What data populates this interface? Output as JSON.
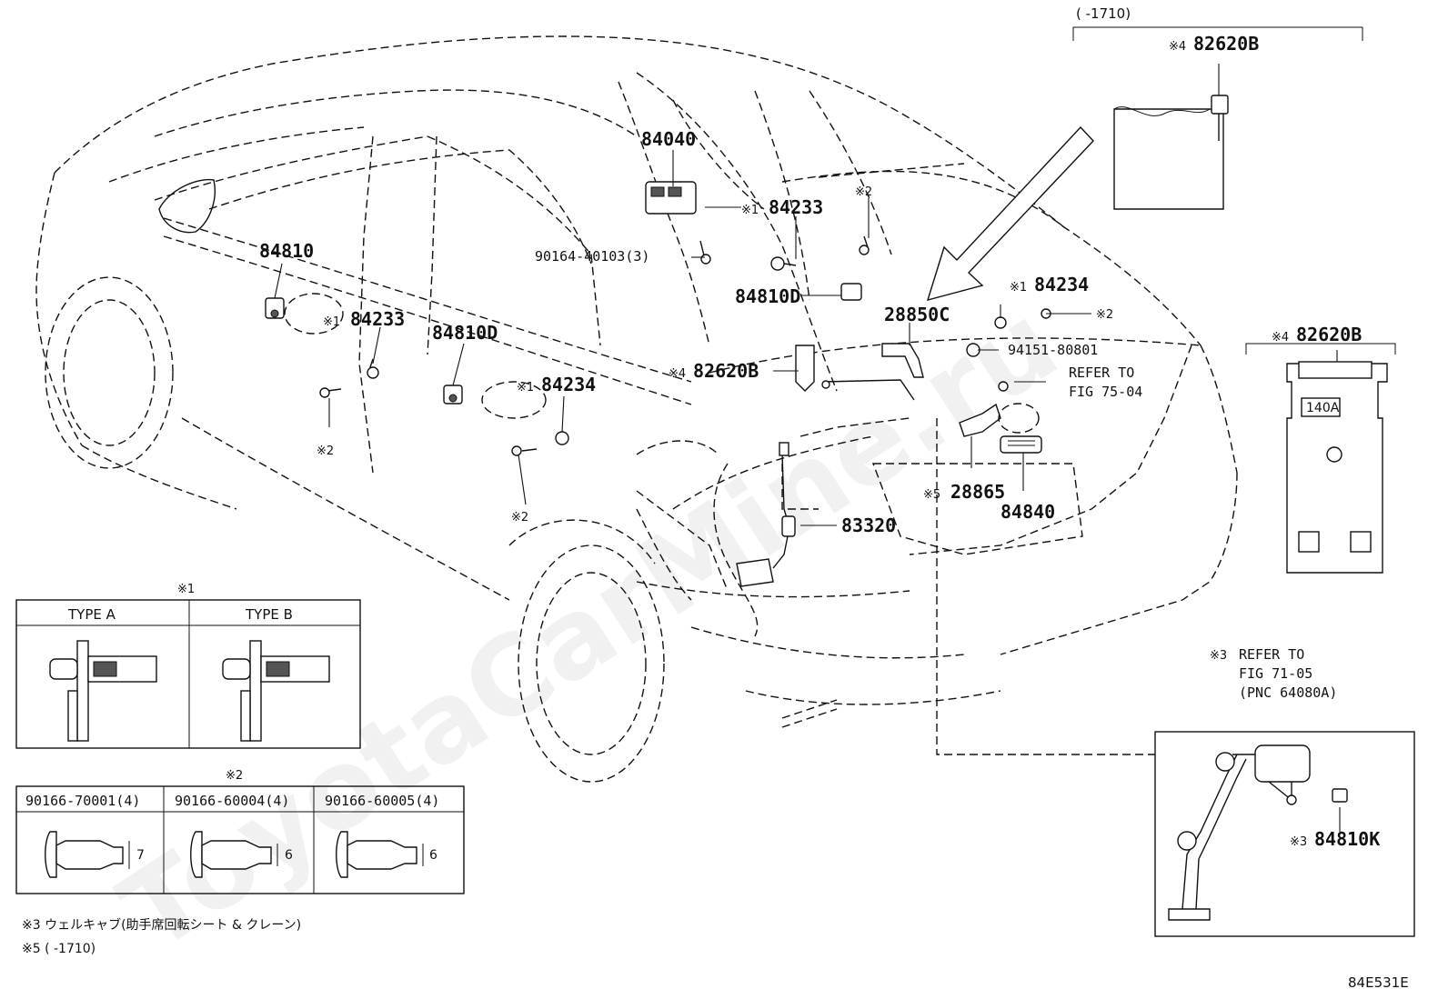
{
  "watermark": "ToyotaCarMine.ru",
  "figure_code": "84E531E",
  "top_range_note": "(      -1710)",
  "labels": {
    "p84040": "84040",
    "p84233_a": "84233",
    "p84233_b": "84233",
    "p90164": "90164-40103(3)",
    "p84810": "84810",
    "p84810D_a": "84810D",
    "p84810D_b": "84810D",
    "p84234_a": "84234",
    "p84234_b": "84234",
    "p28850C": "28850C",
    "p94151": "94151-80801",
    "p82620B_main": "82620B",
    "p82620B_top": "82620B",
    "p82620B_right": "82620B",
    "p28865": "28865",
    "p84840": "84840",
    "p83320": "83320",
    "p84810K": "84810K",
    "refer_75_line1": "REFER TO",
    "refer_75_line2": "FIG 75-04",
    "refer_71_line1": "REFER TO",
    "refer_71_line2": "FIG 71-05",
    "refer_71_line3": "(PNC 64080A)",
    "fuse_label": "140A"
  },
  "marks": {
    "m1": "※1",
    "m2": "※2",
    "m3": "※3",
    "m4": "※4",
    "m5": "※5"
  },
  "type_table": {
    "title": "※1",
    "col_a": "TYPE A",
    "col_b": "TYPE B"
  },
  "clip_table": {
    "title": "※2",
    "items": [
      {
        "part": "90166-70001(4)",
        "dim": "7"
      },
      {
        "part": "90166-60004(4)",
        "dim": "6"
      },
      {
        "part": "90166-60005(4)",
        "dim": "6"
      }
    ]
  },
  "notes": {
    "note3": "※3 ウェルキャブ(助手席回転シート  &  クレーン)",
    "note5": "※5 (      -1710)"
  }
}
